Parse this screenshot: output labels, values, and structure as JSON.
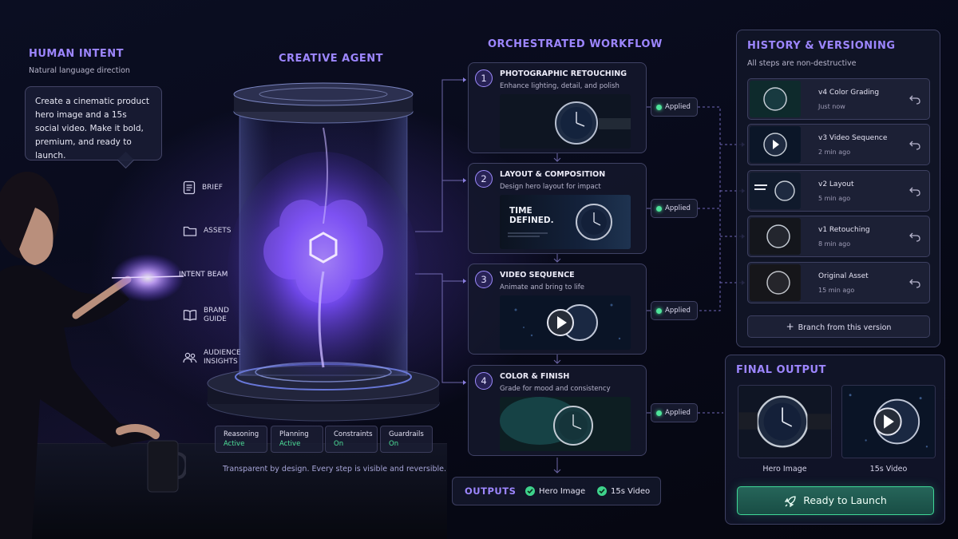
{
  "human": {
    "title": "HUMAN INTENT",
    "subtitle": "Natural language direction",
    "prompt": "Create a cinematic product hero image and a 15s social video. Make it bold, premium, and ready to launch."
  },
  "inputs": [
    {
      "label": "BRIEF",
      "icon": "document-icon"
    },
    {
      "label": "ASSETS",
      "icon": "folder-icon"
    },
    {
      "label": "INTENT BEAM",
      "icon": "beam-icon"
    },
    {
      "label": "BRAND\nGUIDE",
      "icon": "book-icon"
    },
    {
      "label": "AUDIENCE\nINSIGHTS",
      "icon": "people-icon"
    }
  ],
  "agent": {
    "title": "CREATIVE AGENT",
    "status": [
      {
        "label": "Reasoning",
        "value": "Active"
      },
      {
        "label": "Planning",
        "value": "Active"
      },
      {
        "label": "Constraints",
        "value": "On"
      },
      {
        "label": "Guardrails",
        "value": "On"
      }
    ],
    "caption": "Transparent by design. Every step is visible and reversible."
  },
  "workflow": {
    "title": "ORCHESTRATED WORKFLOW",
    "steps": [
      {
        "num": "1",
        "title": "PHOTOGRAPHIC RETOUCHING",
        "desc": "Enhance lighting, detail, and polish",
        "status": "Applied"
      },
      {
        "num": "2",
        "title": "LAYOUT & COMPOSITION",
        "desc": "Design hero layout for impact",
        "status": "Applied",
        "overlay_text": "TIME\nDEFINED."
      },
      {
        "num": "3",
        "title": "VIDEO SEQUENCE",
        "desc": "Animate and bring to life",
        "status": "Applied"
      },
      {
        "num": "4",
        "title": "COLOR & FINISH",
        "desc": "Grade for mood and consistency",
        "status": "Applied"
      }
    ],
    "outputs_label": "OUTPUTS",
    "outputs": [
      "Hero Image",
      "15s Video"
    ]
  },
  "history": {
    "title": "HISTORY & VERSIONING",
    "subtitle": "All steps are non-destructive",
    "versions": [
      {
        "name": "v4 Color Grading",
        "time": "Just now"
      },
      {
        "name": "v3 Video Sequence",
        "time": "2 min ago"
      },
      {
        "name": "v2 Layout",
        "time": "5 min ago"
      },
      {
        "name": "v1 Retouching",
        "time": "8 min ago"
      },
      {
        "name": "Original Asset",
        "time": "15 min ago"
      }
    ],
    "branch_label": "Branch from this version"
  },
  "final": {
    "title": "FINAL OUTPUT",
    "items": [
      "Hero Image",
      "15s Video"
    ],
    "launch_label": "Ready to Launch"
  },
  "colors": {
    "accent": "#9d86ff",
    "status_green": "#4ee39a",
    "launch_border": "#3fd897"
  }
}
